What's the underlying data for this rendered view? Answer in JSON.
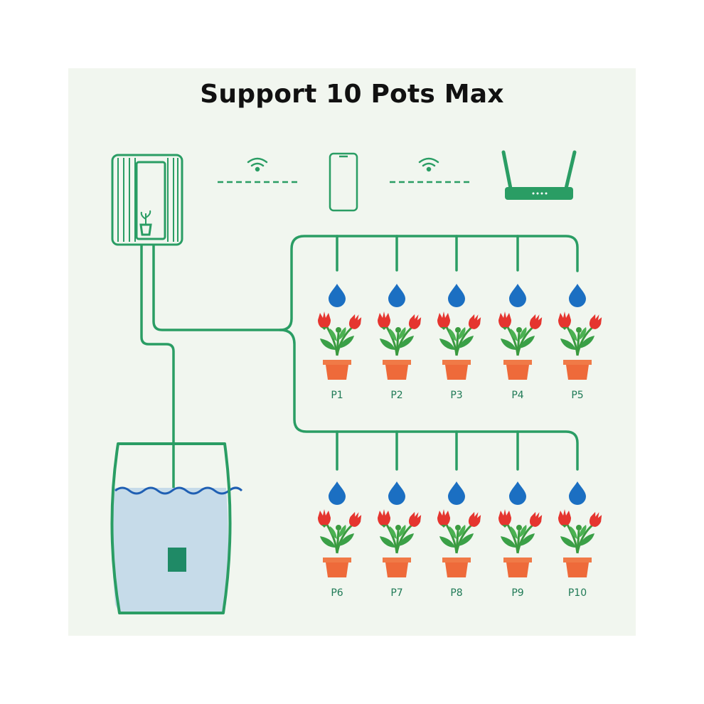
{
  "title": "Support 10 Pots Max",
  "colors": {
    "pipe": "#2a9d64",
    "drop": "#1b6fc2",
    "pot": "#ee6a3a",
    "flower": "#e5352f",
    "leaf": "#3a9a3f",
    "water": "#c6dbe9",
    "wave": "#1f5fb3",
    "background": "#f1f6ef"
  },
  "icons": [
    "controller-device-icon",
    "wifi-icon",
    "smartphone-icon",
    "router-icon",
    "water-drop-icon",
    "flower-pot-icon",
    "pump-icon"
  ],
  "pots_top": [
    "P1",
    "P2",
    "P3",
    "P4",
    "P5"
  ],
  "pots_bottom": [
    "P6",
    "P7",
    "P8",
    "P9",
    "P10"
  ]
}
